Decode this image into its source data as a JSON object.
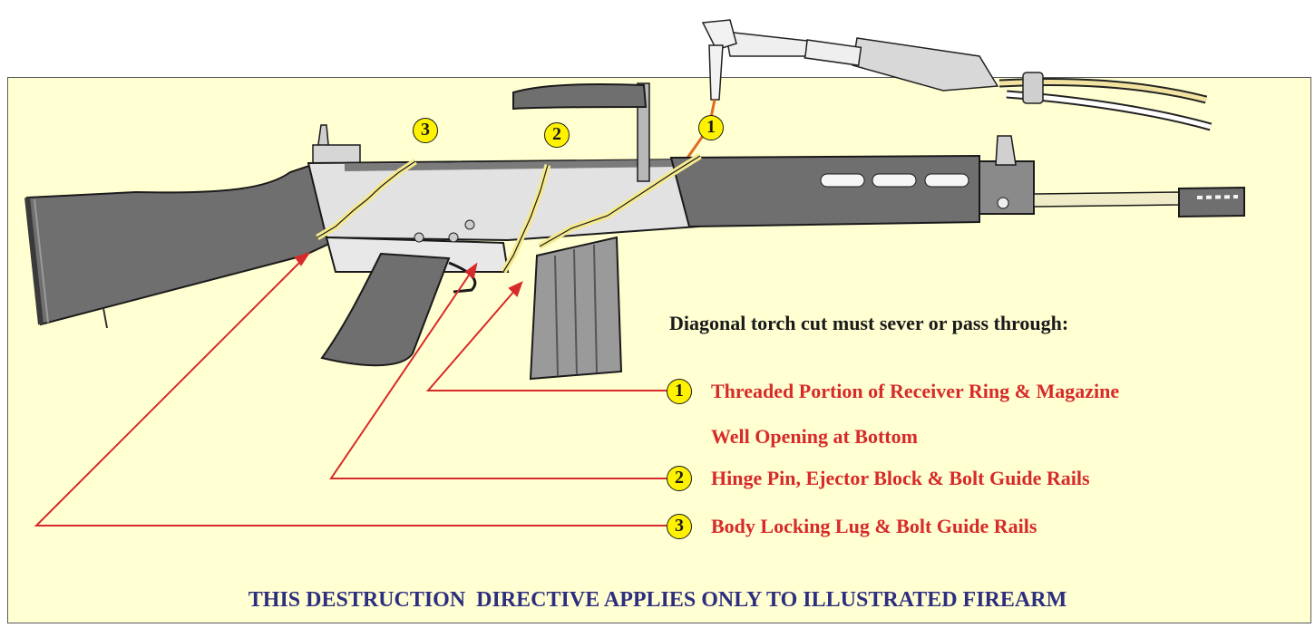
{
  "heading": "Diagonal torch cut must sever or pass through:",
  "cuts": [
    {
      "num": "1",
      "text": "Threaded Portion of Receiver Ring & Magazine",
      "text2": "Well Opening at Bottom"
    },
    {
      "num": "2",
      "text": "Hinge Pin, Ejector Block & Bolt Guide Rails"
    },
    {
      "num": "3",
      "text": "Body Locking Lug & Bolt Guide Rails"
    }
  ],
  "footer": "THIS DESTRUCTION  DIRECTIVE APPLIES ONLY TO ILLUSTRATED FIREARM",
  "colors": {
    "panel": "#ffffd2",
    "leader": "#d72a2a",
    "badge": "#fff200",
    "gray": "#6f6f6f",
    "footer": "#2e2e80"
  },
  "icons": [
    "rifle-illustration",
    "torch-icon",
    "cut-marker-badge"
  ]
}
